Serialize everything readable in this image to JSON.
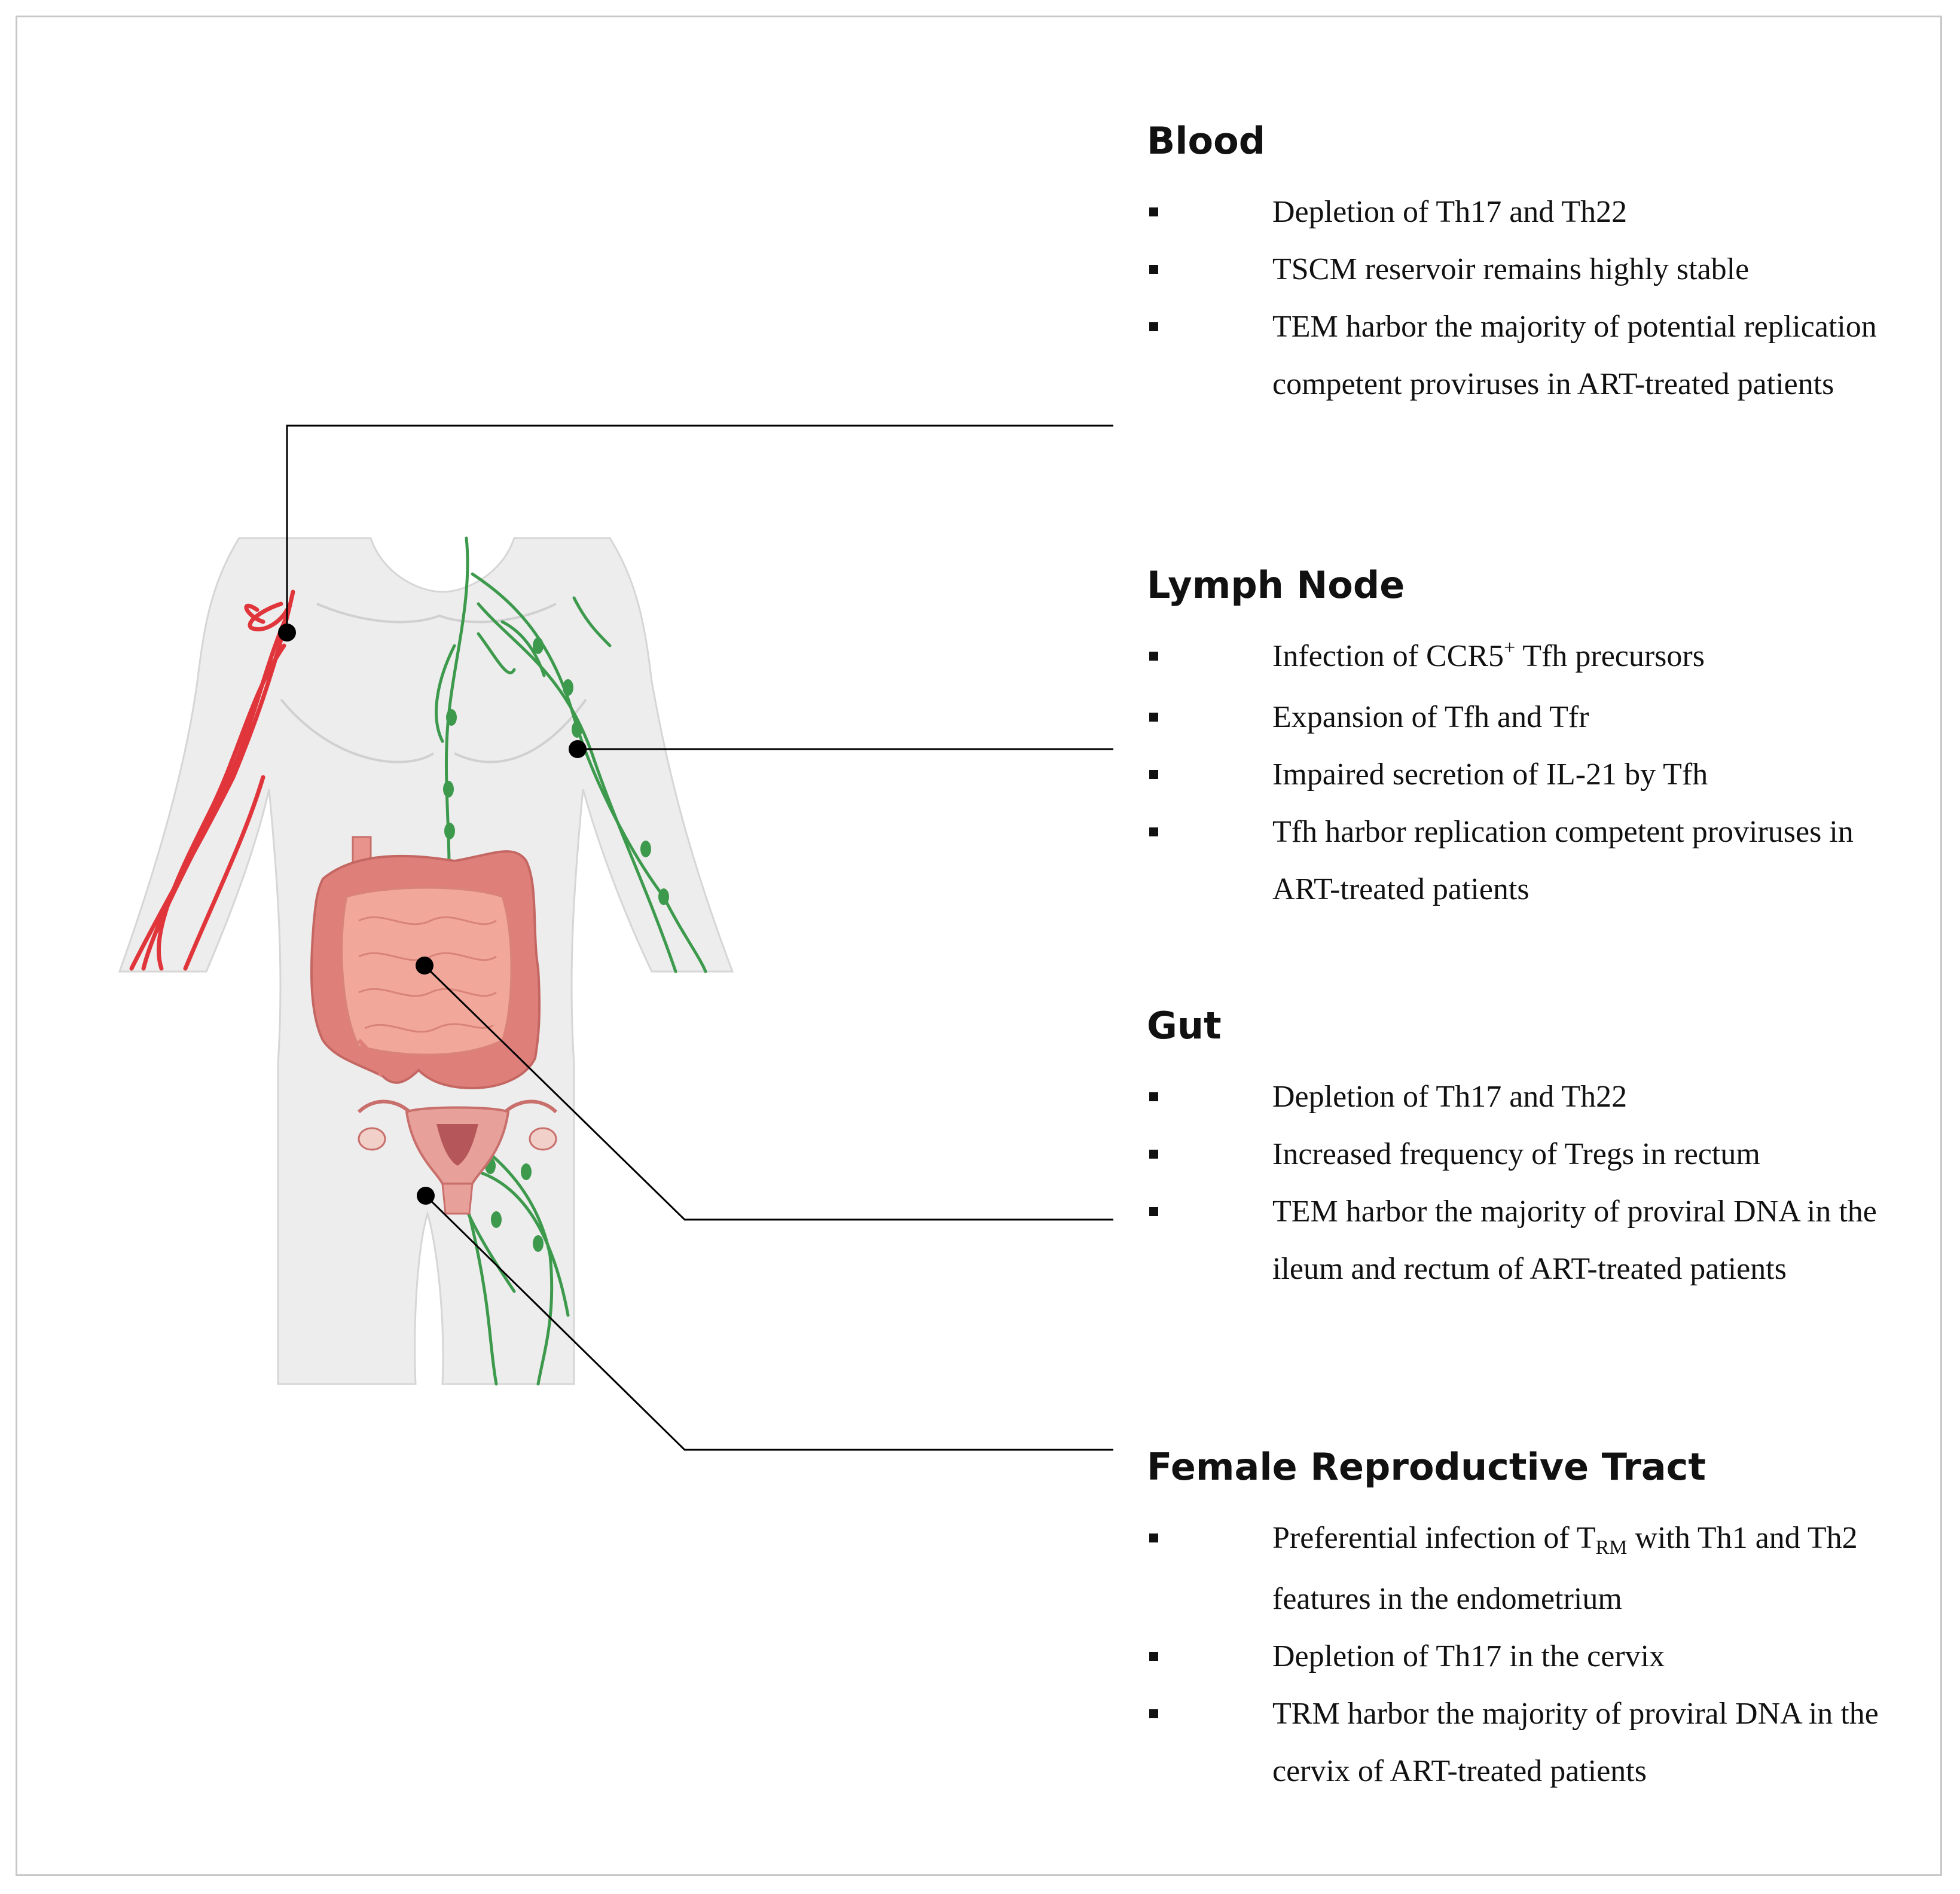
{
  "sections": [
    {
      "title": "Blood",
      "items": [
        {
          "pre": "Depletion of Th17 and Th22"
        },
        {
          "pre": "TSCM reservoir remains highly stable"
        },
        {
          "pre": "TEM harbor the majority of potential replication competent proviruses in ART-treated patients"
        }
      ]
    },
    {
      "title": "Lymph Node",
      "items": [
        {
          "pre": "Infection of CCR5",
          "sup": "+",
          "post": " Tfh precursors"
        },
        {
          "pre": "Expansion of Tfh and Tfr"
        },
        {
          "pre": "Impaired secretion of IL-21 by Tfh"
        },
        {
          "pre": "Tfh harbor replication competent proviruses in ART-treated patients"
        }
      ]
    },
    {
      "title": "Gut",
      "items": [
        {
          "pre": "Depletion of Th17 and Th22"
        },
        {
          "pre": "Increased frequency of Tregs in rectum"
        },
        {
          "pre": "TEM harbor the majority of proviral DNA in the ileum and rectum of ART-treated patients"
        }
      ]
    },
    {
      "title": "Female Reproductive Tract",
      "items": [
        {
          "pre": "Preferential infection of T",
          "sub": "RM",
          "post": " with Th1 and Th2 features in the endometrium"
        },
        {
          "pre": "Depletion of Th17 in the cervix"
        },
        {
          "pre": "TRM harbor the majority of proviral DNA in the cervix of ART-treated patients"
        }
      ]
    }
  ],
  "colors": {
    "artery": "#e0353b",
    "lymphatic": "#3d9a4d",
    "body": "#ededed",
    "intestine": "#f2a79b",
    "colon": "#df7f7a",
    "reproductive": "#e8a09a",
    "leader": "#000000"
  }
}
